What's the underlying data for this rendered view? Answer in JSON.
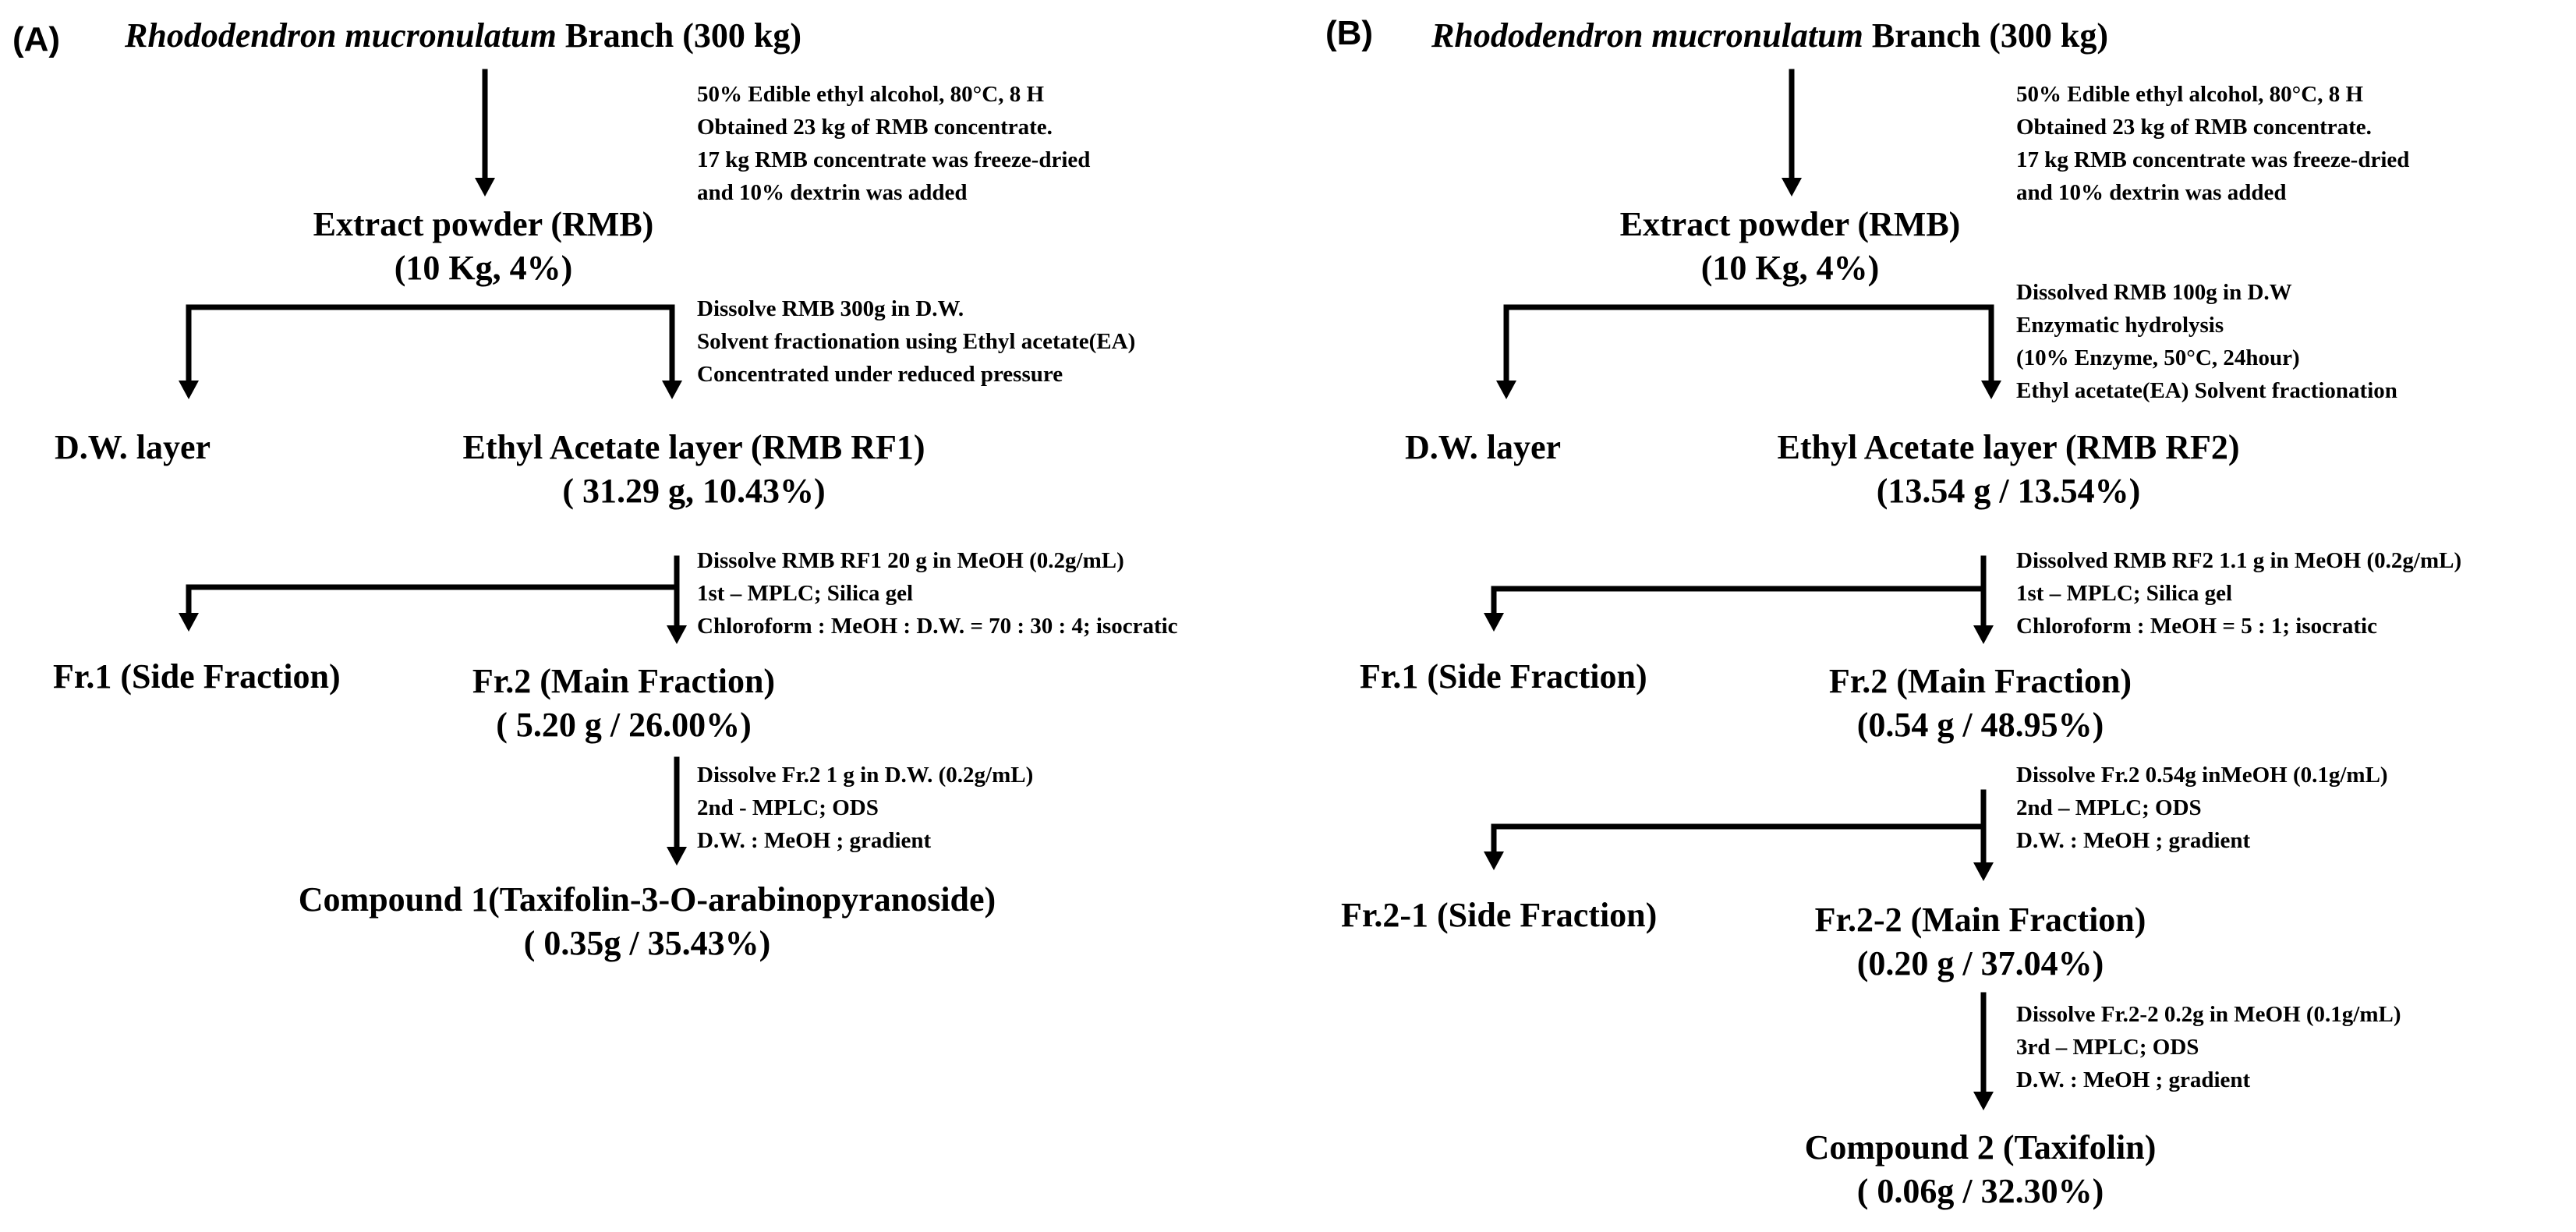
{
  "panel_a": {
    "label": "(A)",
    "title": {
      "species": "Rhododendron mucronulatum",
      "rest": " Branch (300 kg)"
    },
    "step1_notes": [
      "50% Edible ethyl alcohol, 80°C, 8 H",
      "Obtained 23 kg of RMB concentrate.",
      "17 kg RMB concentrate was freeze-dried",
      "and 10% dextrin was added"
    ],
    "extract": {
      "name": "Extract powder (RMB)",
      "yield": "(10 Kg, 4%)"
    },
    "step2_notes": [
      "Dissolve RMB 300g in D.W.",
      "Solvent fractionation using Ethyl acetate(EA)",
      "Concentrated under reduced pressure"
    ],
    "dw_layer": "D.W. layer",
    "ea_layer": {
      "name": "Ethyl Acetate layer (RMB RF1)",
      "yield": "( 31.29 g, 10.43%)"
    },
    "step3_notes": [
      "Dissolve RMB RF1 20 g in MeOH (0.2g/mL)",
      "1st – MPLC; Silica gel",
      "Chloroform : MeOH : D.W. = 70 : 30 : 4; isocratic"
    ],
    "fr1": "Fr.1 (Side Fraction)",
    "fr2": {
      "name": "Fr.2 (Main Fraction)",
      "yield": "( 5.20 g / 26.00%)"
    },
    "step4_notes": [
      "Dissolve Fr.2 1 g in D.W. (0.2g/mL)",
      "2nd - MPLC; ODS",
      "D.W. : MeOH ; gradient"
    ],
    "compound": {
      "name": "Compound 1(Taxifolin-3-O-arabinopyranoside)",
      "yield": "( 0.35g / 35.43%)"
    }
  },
  "panel_b": {
    "label": "(B)",
    "title": {
      "species": "Rhododendron mucronulatum",
      "rest": " Branch (300 kg)"
    },
    "step1_notes": [
      "50% Edible ethyl alcohol, 80°C, 8 H",
      "Obtained 23 kg of RMB concentrate.",
      "17 kg RMB concentrate was freeze-dried",
      "and 10% dextrin was added"
    ],
    "extract": {
      "name": "Extract powder (RMB)",
      "yield": "(10 Kg, 4%)"
    },
    "step2_notes": [
      "Dissolved RMB 100g in D.W",
      "Enzymatic hydrolysis",
      "(10% Enzyme, 50°C, 24hour)",
      "Ethyl acetate(EA) Solvent fractionation"
    ],
    "dw_layer": "D.W. layer",
    "ea_layer": {
      "name": "Ethyl Acetate layer (RMB RF2)",
      "yield": "(13.54 g / 13.54%)"
    },
    "step3_notes": [
      "Dissolved RMB RF2 1.1 g in MeOH (0.2g/mL)",
      "1st – MPLC; Silica gel",
      "Chloroform : MeOH = 5 : 1; isocratic"
    ],
    "fr1": "Fr.1 (Side Fraction)",
    "fr2": {
      "name": "Fr.2 (Main Fraction)",
      "yield": "(0.54 g / 48.95%)"
    },
    "step4_notes": [
      "Dissolve Fr.2 0.54g inMeOH (0.1g/mL)",
      "2nd – MPLC; ODS",
      "D.W. : MeOH ; gradient"
    ],
    "fr21": "Fr.2-1 (Side Fraction)",
    "fr22": {
      "name": "Fr.2-2 (Main Fraction)",
      "yield": "(0.20 g / 37.04%)"
    },
    "step5_notes": [
      "Dissolve Fr.2-2 0.2g in MeOH (0.1g/mL)",
      "3rd – MPLC; ODS",
      "D.W. : MeOH ; gradient"
    ],
    "compound": {
      "name": "Compound 2 (Taxifolin)",
      "yield": "( 0.06g / 32.30%)"
    }
  }
}
